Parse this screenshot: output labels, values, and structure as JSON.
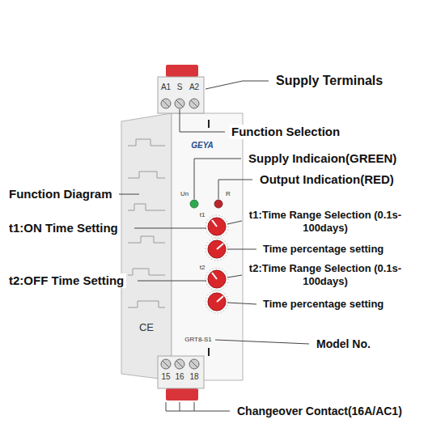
{
  "diagram": {
    "labels": [
      "Supply Terminals",
      "A1",
      "S",
      "A2",
      "Function Selection",
      "GEYA",
      "Supply Indicaion(GREEN)",
      "Output Indication(RED)",
      "Function Diagram",
      "Un",
      "R",
      "t1:ON Time Setting",
      "t1",
      "t1:Time Range Selection (0.1s-100days)",
      "Time percentage setting",
      "t2:OFF Time Setting",
      "t2",
      "t2:Time Range Selection (0.1s-100days)",
      "Time percentage setting",
      "CE",
      "GRT8-S1",
      "Model No.",
      "15",
      "16",
      "18",
      "Changeover Contact(16A/AC1)"
    ]
  }
}
